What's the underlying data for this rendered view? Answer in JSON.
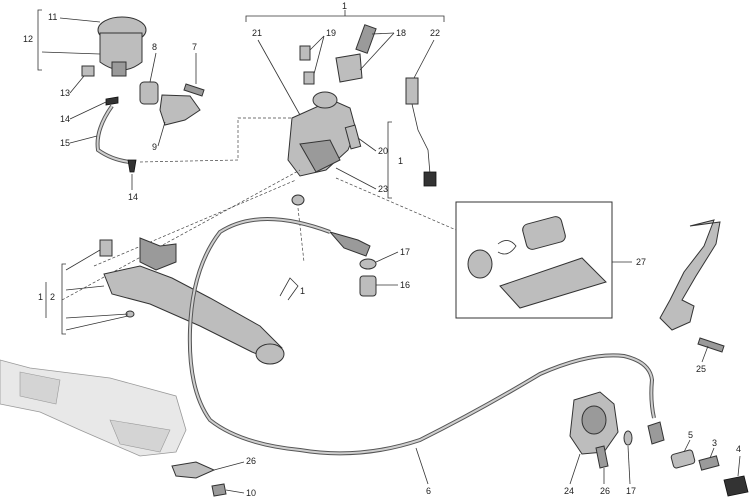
{
  "callouts": {
    "c1_top": "1",
    "c2": "2",
    "c3": "3",
    "c4": "4",
    "c5": "5",
    "c6": "6",
    "c7": "7",
    "c8": "8",
    "c9": "9",
    "c10": "10",
    "c11": "11",
    "c12": "12",
    "c13": "13",
    "c14a": "14",
    "c14b": "14",
    "c15": "15",
    "c16": "16",
    "c17a": "17",
    "c17b": "17",
    "c18": "18",
    "c19": "19",
    "c20": "20",
    "c21": "21",
    "c22": "22",
    "c23": "23",
    "c24": "24",
    "c25": "25",
    "c26a": "26",
    "c26b": "26",
    "c27": "27",
    "c1_mid": "1",
    "c1_left": "1",
    "c1_lever": "1"
  },
  "colors": {
    "line": "#333333",
    "part_fill": "#bdbdbd",
    "part_dark": "#9a9a9a"
  }
}
